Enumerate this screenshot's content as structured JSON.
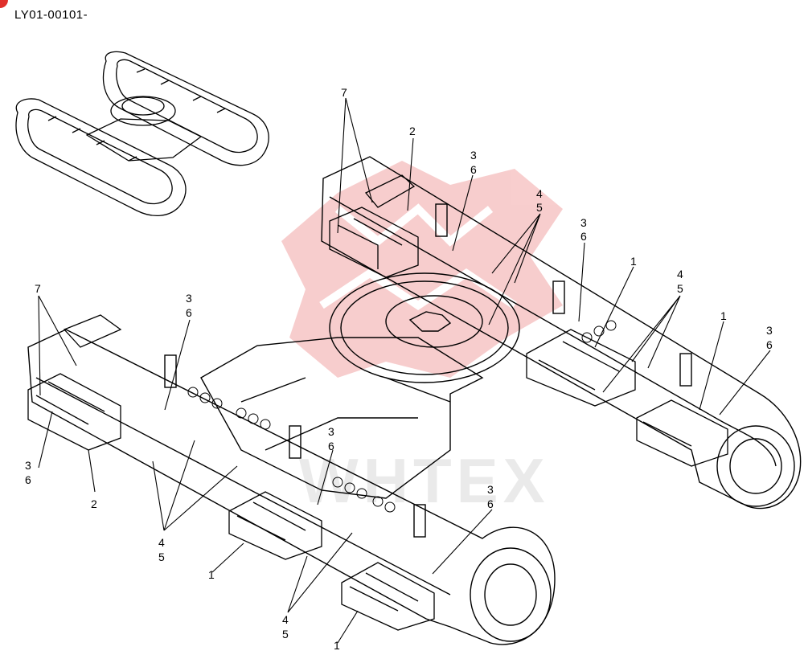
{
  "document": {
    "code": "LY01-00101-",
    "corner_mark_color": "#e0302b"
  },
  "watermark": {
    "text": "WHTEX",
    "logo_color": "#f2a6a6"
  },
  "callouts": {
    "c7_a": "7",
    "c2_a": "2",
    "c3_a": "3",
    "c6_a": "6",
    "c4_a": "4",
    "c5_a": "5",
    "c3_b": "3",
    "c6_b": "6",
    "c1_a": "1",
    "c4_b": "4",
    "c5_b": "5",
    "c1_b": "1",
    "c3_c": "3",
    "c6_c": "6",
    "c7_b": "7",
    "c3_d": "3",
    "c6_d": "6",
    "c3_e": "3",
    "c6_e": "6",
    "c2_b": "2",
    "c4_c": "4",
    "c5_c": "5",
    "c1_c": "1",
    "c3_f": "3",
    "c6_f": "6",
    "c3_g": "3",
    "c6_g": "6",
    "c4_d": "4",
    "c5_d": "5",
    "c1_d": "1"
  },
  "colors": {
    "line": "#000000",
    "light_line": "#5a5a5a"
  }
}
